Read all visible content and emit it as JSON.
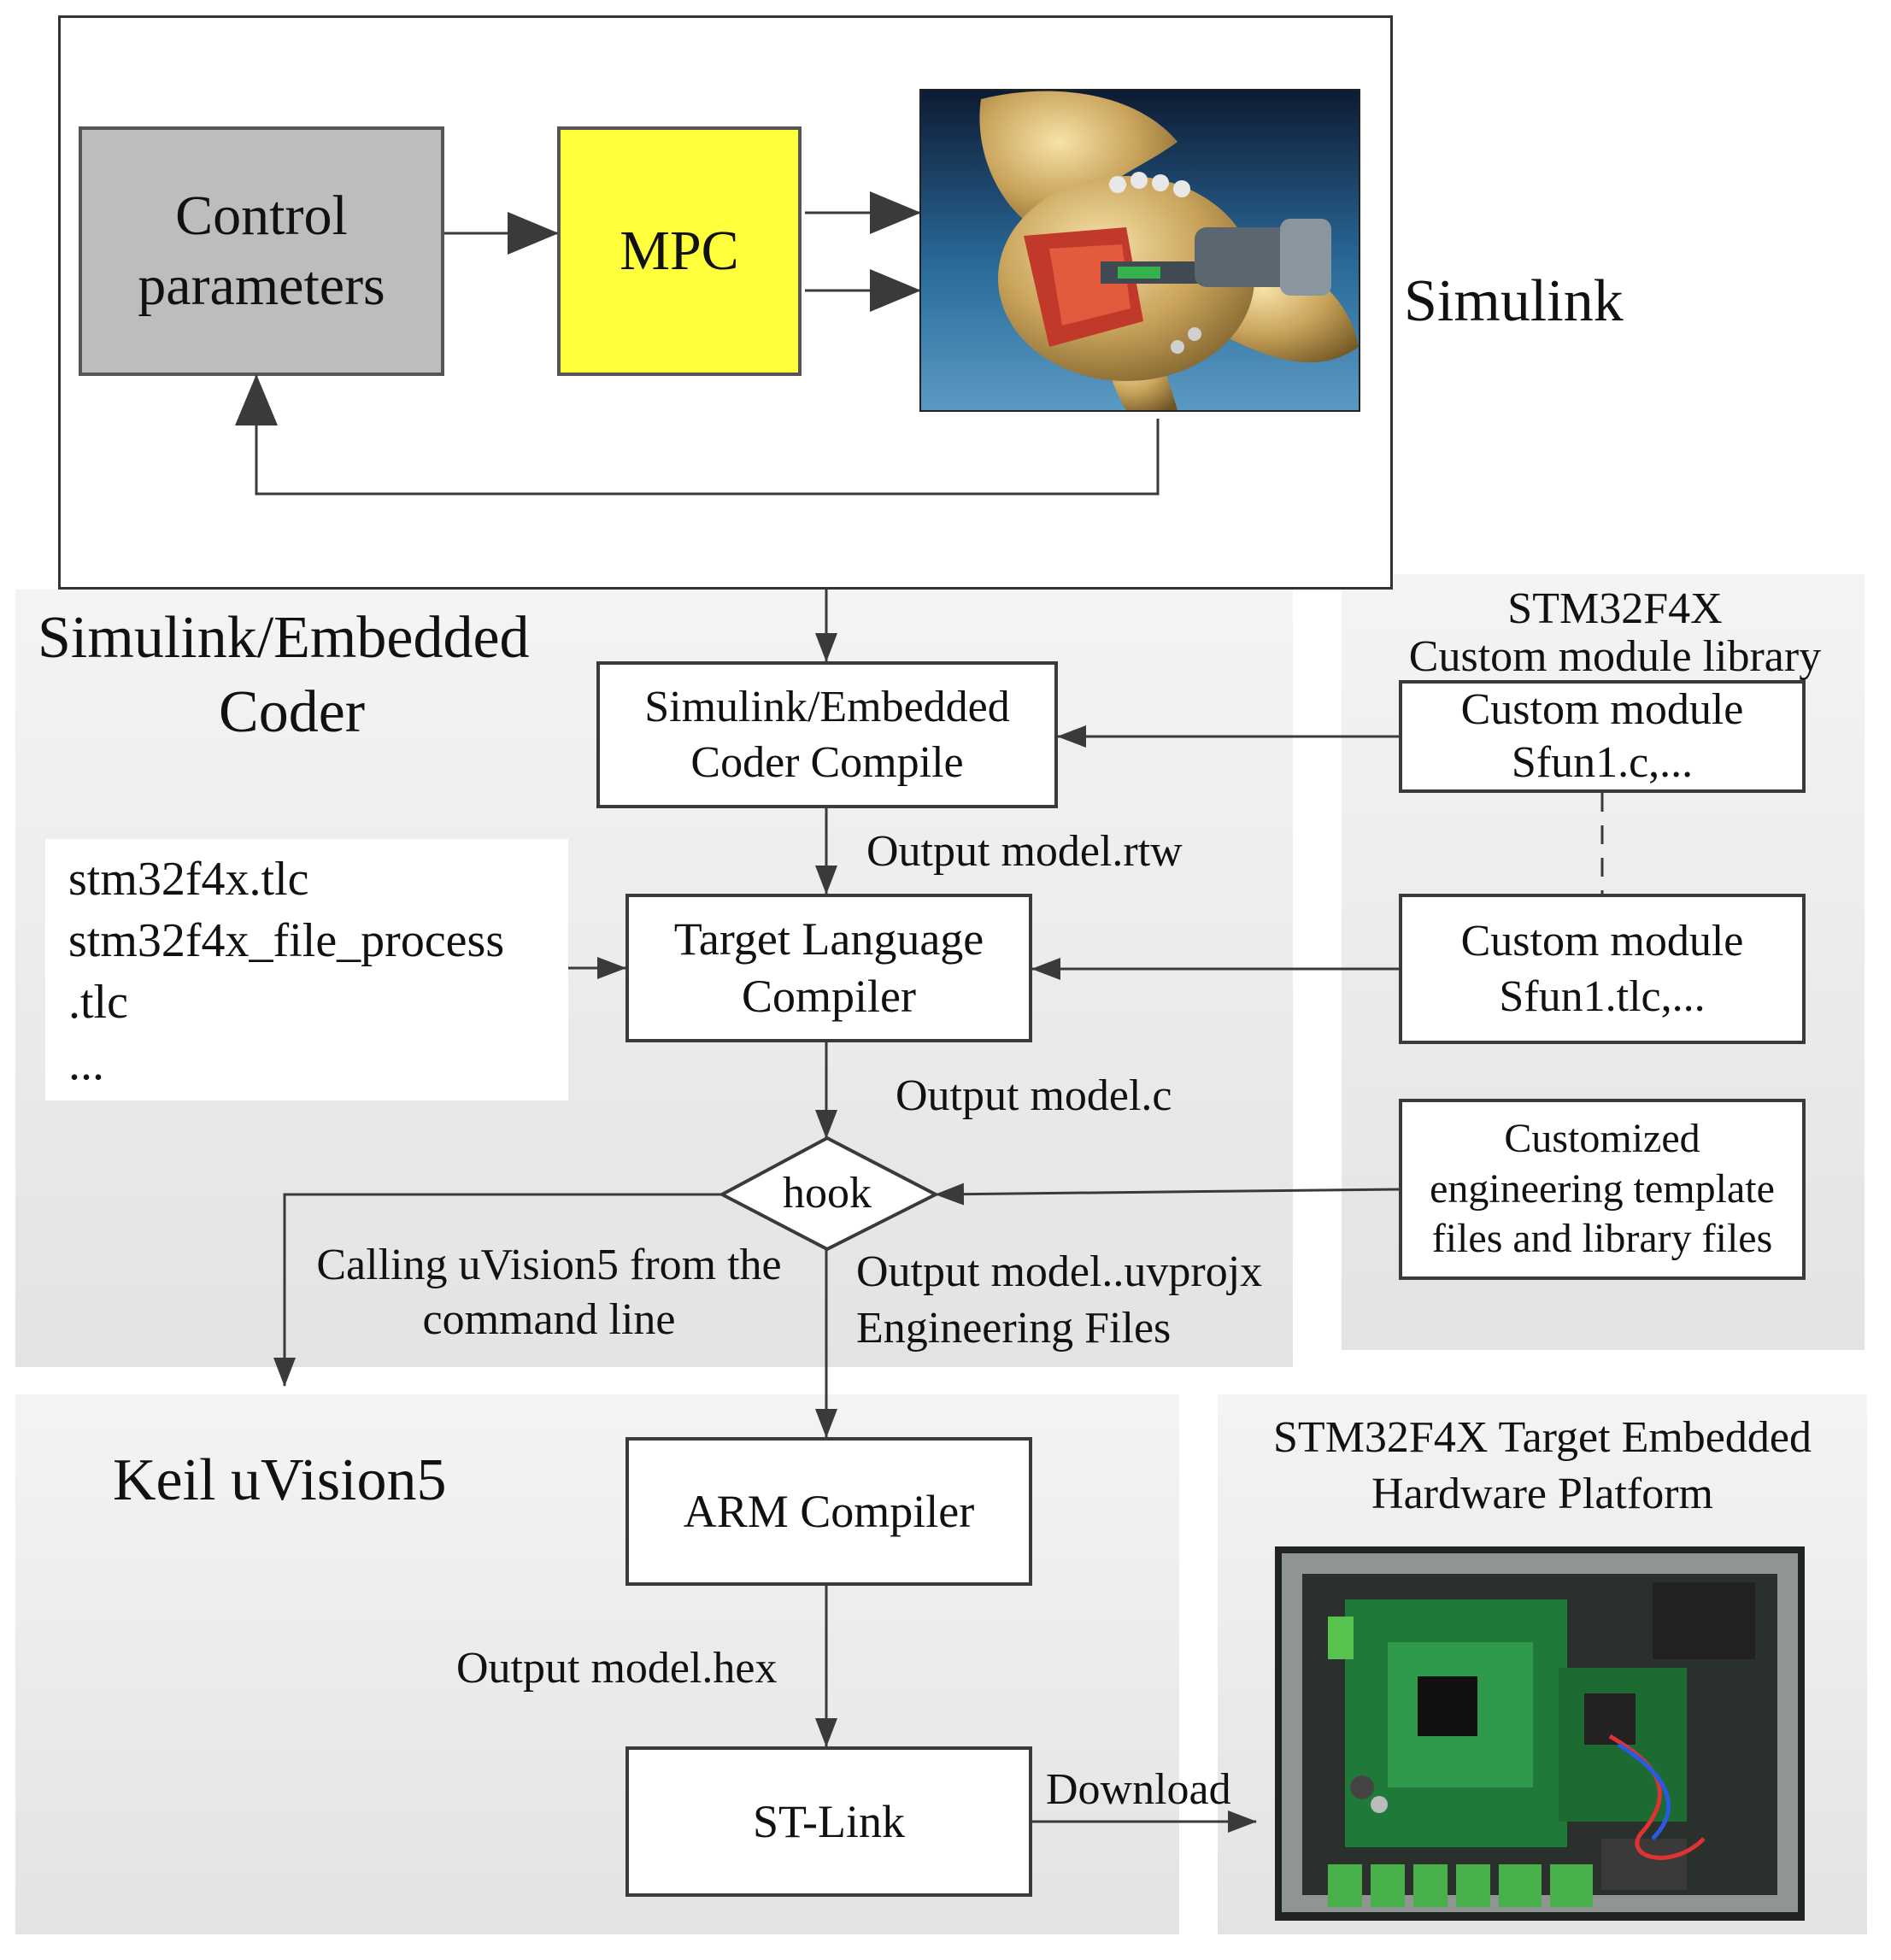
{
  "simulink": {
    "title": "Simulink",
    "control_block": {
      "line1": "Control",
      "line2": "parameters"
    },
    "mpc_label": "MPC"
  },
  "coder": {
    "title_line1": "Simulink/Embedded",
    "title_line2": "Coder",
    "compile_box": {
      "line1": "Simulink/Embedded",
      "line2": "Coder Compile"
    },
    "output_rtw": "Output model.rtw",
    "tlc_files": {
      "line1": "stm32f4x.tlc",
      "line2": "stm32f4x_file_process",
      "line3": ".tlc",
      "line4": "..."
    },
    "tlc_box": {
      "line1": "Target Language",
      "line2": "Compiler"
    },
    "output_c": "Output model.c",
    "hook_label": "hook",
    "calling": {
      "line1": "Calling uVision5 from the",
      "line2": "command line"
    },
    "output_uvprojx": {
      "line1": "Output model..uvprojx",
      "line2": "Engineering Files"
    }
  },
  "library": {
    "title_line1": "STM32F4X",
    "title_line2": "Custom module library",
    "module_c": {
      "line1": "Custom module",
      "line2": "Sfun1.c,..."
    },
    "module_tlc": {
      "line1": "Custom module",
      "line2": "Sfun1.tlc,..."
    },
    "templates": {
      "line1": "Customized",
      "line2": "engineering template",
      "line3": "files and library files"
    }
  },
  "keil": {
    "title": "Keil uVision5",
    "arm_compiler": "ARM Compiler",
    "output_hex": "Output model.hex",
    "st_link": "ST-Link",
    "download": "Download"
  },
  "hardware": {
    "title_line1": "STM32F4X Target Embedded",
    "title_line2": "Hardware Platform"
  },
  "colors": {
    "control_block": "#bdbdbd",
    "mpc_block": "#ffff3b",
    "line": "#3a3a3a"
  }
}
